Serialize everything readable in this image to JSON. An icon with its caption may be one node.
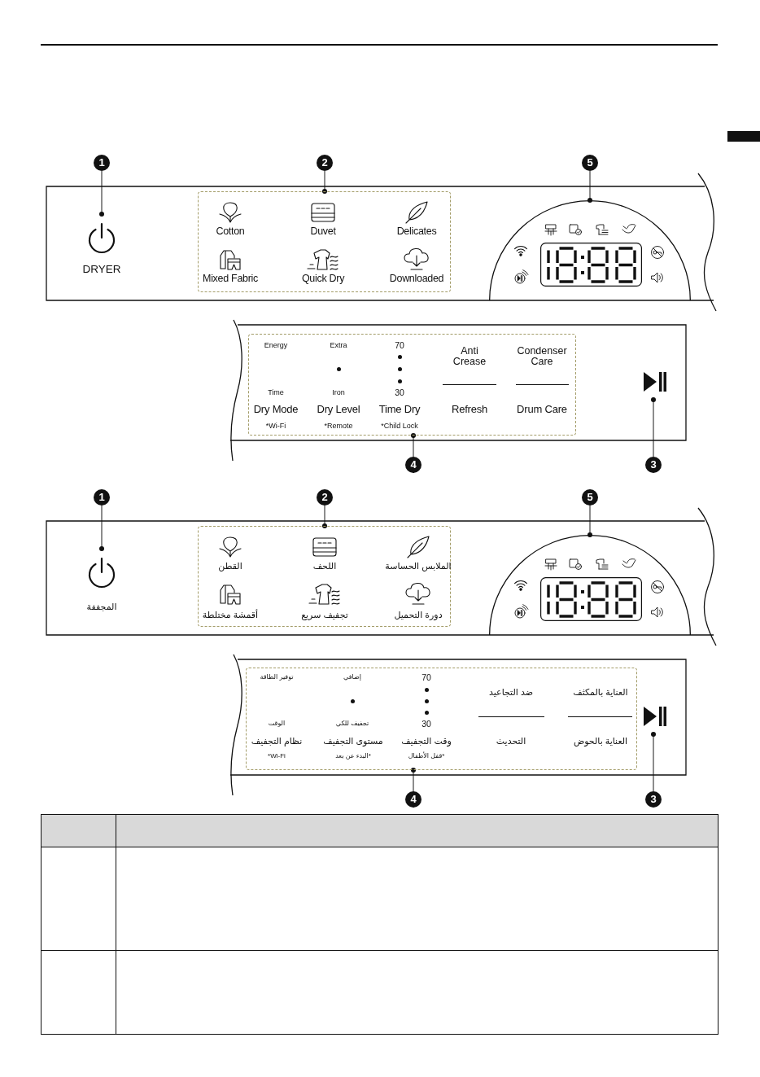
{
  "diagram": {
    "nodes": [
      {
        "text": [
          "1"
        ]
      },
      {
        "text": [
          "2"
        ]
      },
      {
        "text": [
          "5"
        ]
      },
      {
        "text": [],
        "shape": "box"
      },
      {
        "text": [
          "DRYER"
        ],
        "in": 3
      },
      {
        "text": [
          "Cotton",
          "Duvet",
          "Delicates",
          "Mixed Fabric",
          "Quick Dry",
          "Downloaded"
        ],
        "in": 3
      },
      {
        "text": [],
        "shape": "semicircle",
        "in": 3
      },
      {
        "text": [],
        "shape": "box"
      },
      {
        "text": [
          "Energy",
          "Extra",
          "70",
          "Anti Crease",
          "Condenser Care",
          "Time",
          "Iron",
          "30",
          "Dry Mode",
          "Dry Level",
          "Time Dry",
          "Refresh",
          "Drum Care",
          "*Wi-Fi",
          "*Remote",
          "*Child Lock"
        ],
        "in": 7
      },
      {
        "text": [],
        "shape": "picture",
        "in": 7
      },
      {
        "text": [
          "4"
        ]
      },
      {
        "text": [
          "3"
        ]
      },
      {
        "text": [
          "1"
        ]
      },
      {
        "text": [
          "2"
        ]
      },
      {
        "text": [
          "5"
        ]
      },
      {
        "text": [],
        "shape": "box"
      },
      {
        "text": [
          "المجففة"
        ],
        "in": 15
      },
      {
        "text": [
          "القطن",
          "اللحف",
          "الملابس الحساسة",
          "أقمشة مختلطة",
          "تجفيف سريع",
          "دورة التحميل"
        ],
        "in": 15
      },
      {
        "text": [],
        "shape": "semicircle",
        "in": 15
      },
      {
        "text": [],
        "shape": "box"
      },
      {
        "text": [
          "توفير الطاقة",
          "إضافي",
          "70",
          "ضد التجاعيد",
          "العناية بالمكثف",
          "الوقت",
          "تجفيف للكي",
          "30",
          "نظام التجفيف",
          "مستوى التجفيف",
          "وقت التجفيف",
          "التحديث",
          "العناية بالحوض",
          "*Wi-Fi",
          "*البدء عن بعد",
          "*قفل الأطفال"
        ],
        "in": 19
      },
      {
        "text": [],
        "shape": "picture",
        "in": 19
      },
      {
        "text": [
          "4"
        ]
      },
      {
        "text": [
          "3"
        ]
      }
    ],
    "edges": [
      {
        "from": 0,
        "to": 4,
        "arrow": "other"
      },
      {
        "from": 1,
        "to": 5,
        "arrow": "other"
      },
      {
        "from": 2,
        "to": 6,
        "arrow": "other"
      },
      {
        "from": 10,
        "to": 8,
        "arrow": "other"
      },
      {
        "from": 11,
        "to": 9,
        "arrow": "other"
      },
      {
        "from": 12,
        "to": 16,
        "arrow": "other"
      },
      {
        "from": 13,
        "to": 17,
        "arrow": "other"
      },
      {
        "from": 14,
        "to": 18,
        "arrow": "other"
      },
      {
        "from": 22,
        "to": 20,
        "arrow": "other"
      },
      {
        "from": 23,
        "to": 21,
        "arrow": "other"
      }
    ]
  }
}
